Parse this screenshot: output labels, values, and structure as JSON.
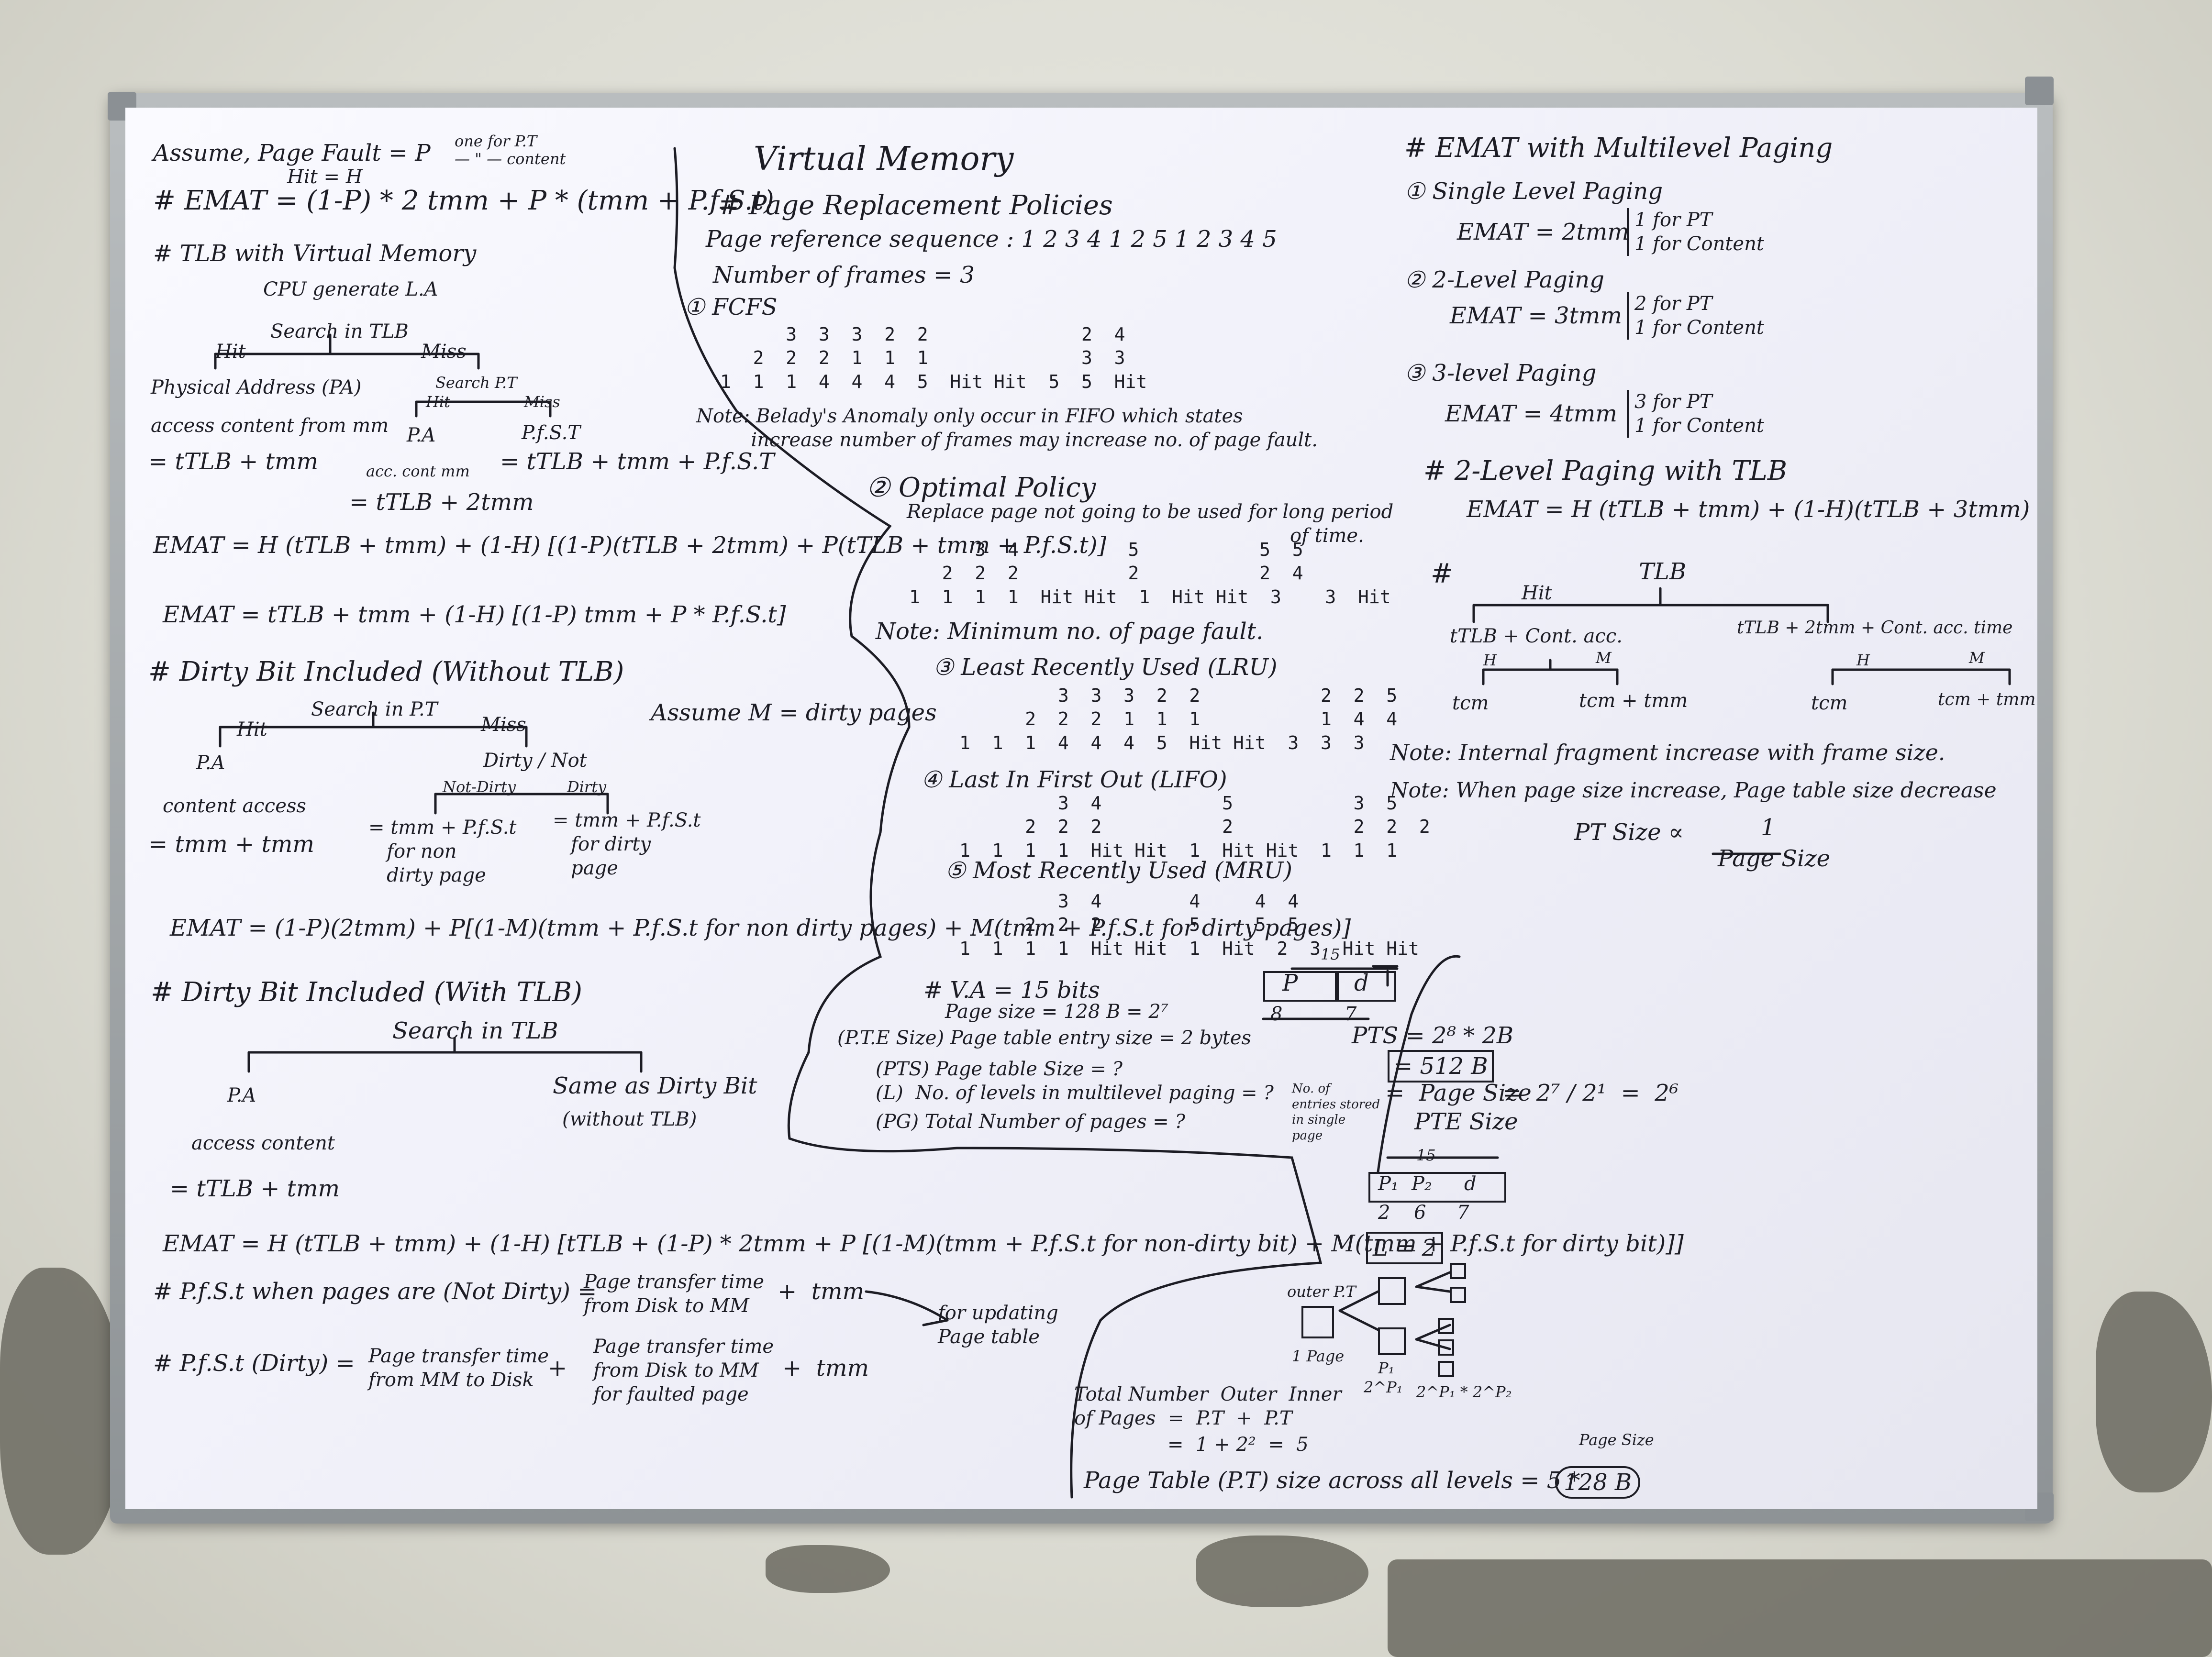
{
  "left": {
    "assume": "Assume, Page Fault = P",
    "hit": "Hit = H",
    "one_pt": "one for P.T",
    "content": "— \" — content",
    "emat1": "# EMAT = (1-P) * 2 tmm + P * (tmm + P.f.S.t)",
    "tlb_title": "# TLB with Virtual Memory",
    "cpu": "CPU generate L.A",
    "search_tlb": "Search in TLB",
    "hit_l": "Hit",
    "miss_l": "Miss",
    "pa": "Physical Address (PA)",
    "search_pt": "Search P.T",
    "access_mm": "access content from mm",
    "hit2": "Hit",
    "miss2": "Miss",
    "pa2": "P.A",
    "pfst": "P.f.S.T",
    "eq1": "= tTLB + tmm",
    "acc_cont": "acc. cont mm",
    "eq2": "= tTLB + tmm + P.f.S.T",
    "eq3": "= tTLB + 2tmm",
    "emat2": "EMAT = H (tTLB + tmm) + (1-H) [(1-P)(tTLB + 2tmm) + P(tTLB + tmm + P.f.S.t)]",
    "emat3": "EMAT = tTLB + tmm + (1-H) [(1-P) tmm + P * P.f.S.t]",
    "dirty_title": "# Dirty Bit Included (Without TLB)",
    "search_pt2": "Search in P.T",
    "assume_m": "Assume M = dirty pages",
    "hit3": "Hit",
    "miss3": "Miss",
    "pa3": "P.A",
    "dirty_not": "Dirty / Not",
    "not_dirty": "Not-Dirty",
    "dirty": "Dirty",
    "content_access": "content access",
    "eq4": "= tmm + tmm",
    "eq5": "= tmm + P.f.S.t\n   for non\n   dirty page",
    "eq6": "= tmm + P.f.S.t\n   for dirty\n   page",
    "emat4": "EMAT = (1-P)(2tmm) + P[(1-M)(tmm + P.f.S.t for non dirty pages) + M(tmm + P.f.S.t for dirty pages)]",
    "dirty_tlb_title": "# Dirty Bit Included (With TLB)",
    "search_tlb2": "Search in TLB",
    "pa4": "P.A",
    "same_as": "Same as Dirty Bit",
    "without_tlb": "(without TLB)",
    "access_content": "access content",
    "eq7": "= tTLB + tmm",
    "emat5": "EMAT = H (tTLB + tmm) + (1-H) [tTLB + (1-P) * 2tmm + P [(1-M)(tmm + P.f.S.t for non-dirty bit) + M(tmm + P.f.S.t for dirty bit)]]",
    "pfst_notdirty": "# P.f.S.t when pages are (Not Dirty) =",
    "ptt_disk_mm": "Page transfer time\nfrom Disk to MM",
    "plus_tmm": "+  tmm",
    "for_updating": "for updating\nPage table",
    "pfst_dirty": "# P.f.S.t (Dirty) =",
    "ptt_mm_disk": "Page transfer time\nfrom MM to Disk",
    "plus": "+",
    "ptt_faulted": "Page transfer time\nfrom Disk to MM\nfor faulted page",
    "plus_tmm2": "+  tmm"
  },
  "middle": {
    "title": "Virtual Memory",
    "prp": "# Page Replacement Policies",
    "sequence": "Page reference sequence : 1 2 3 4 1 2 5 1 2 3 4 5",
    "frames": "Number of frames = 3",
    "fcfs": "① FCFS",
    "fcfs_grid": "      3  3  3  2  2              2  4\n   2  2  2  1  1  1              3  3\n1  1  1  4  4  4  5  Hit Hit  5  5  Hit",
    "note1": "Note: Belady's Anomaly only occur in FIFO which states\n         increase number of frames may increase no. of page fault.",
    "optimal": "② Optimal Policy",
    "replace": "Replace page not going to be used for long period\n                                                               of time.",
    "opt_grid": "      3  4          5           5  5\n   2  2  2          2           2  4\n1  1  1  1  Hit Hit  1  Hit Hit  3    3  Hit",
    "note2": "Note: Minimum no. of page fault.",
    "lru": "③ Least Recently Used (LRU)",
    "lru_grid": "         3  3  3  2  2           2  2  5\n      2  2  2  1  1  1           1  4  4\n1  1  1  4  4  4  5  Hit Hit  3  3  3",
    "lifo": "④ Last In First Out (LIFO)",
    "lifo_grid": "         3  4           5           3  5\n      2  2  2           2           2  2  2\n1  1  1  1  Hit Hit  1  Hit Hit  1  1  1",
    "mru": "⑤ Most Recently Used (MRU)",
    "mru_grid": "         3  4        4     4  4\n      2  2  2        5     5  5\n1  1  1  1  Hit Hit  1  Hit  2  3  Hit Hit",
    "va": "# V.A = 15 bits",
    "pagesize": "Page size = 128 B = 2⁷",
    "ptesize": "(P.T.E Size) Page table entry size = 2 bytes",
    "pts": "(PTS) Page table Size = ?",
    "levels": "(L)  No. of levels in multilevel paging = ?",
    "pg": "(PG) Total Number of pages = ?",
    "total_pages": "Total Number  Outer  Inner\nof Pages  =  P.T  +  P.T",
    "eq_total": "=  1 + 2²  =  5",
    "pt_size_all": "Page Table (P.T) size across all levels = 5 *",
    "box_128": "128 B",
    "page_size_lbl": "Page Size"
  },
  "right": {
    "title": "# EMAT with Multilevel Paging",
    "single": "① Single Level Paging",
    "emat_single": "EMAT = 2tmm",
    "single_brace": "1 for PT\n1 for Content",
    "two": "② 2-Level Paging",
    "emat_two": "EMAT = 3tmm",
    "two_brace": "2 for PT\n1 for Content",
    "three": "③ 3-level Paging",
    "emat_three": "EMAT = 4tmm",
    "three_brace": "3 for PT\n1 for Content",
    "two_tlb": "# 2-Level Paging with TLB",
    "emat_two_tlb": "EMAT = H (tTLB + tmm) + (1-H)(tTLB + 3tmm)",
    "hash": "#",
    "tlb": "TLB",
    "hit": "Hit",
    "t_hit": "tTLB + Cont. acc.",
    "t_miss": "tTLB + 2tmm + Cont. acc. time",
    "h1": "H",
    "m1": "M",
    "h2": "H",
    "m2": "M",
    "tcm1": "tcm",
    "tcm_tmm": "tcm + tmm",
    "tcm2": "tcm",
    "tcm_tmm2": "tcm + tmm",
    "note1": "Note: Internal fragment increase with frame size.",
    "note2": "Note: When page size increase, Page table size decrease",
    "pt_size": "PT Size ∝",
    "frac_num": "1",
    "frac_den": "Page Size"
  },
  "diagram": {
    "n15": "15",
    "p": "P",
    "d": "d",
    "n8": "8",
    "n7": "7",
    "pts_eq": "PTS = 2⁸ * 2B",
    "pts_box": "= 512 B",
    "no_entries": "No. of\nentries stored\nin single\npage",
    "eq_frac": "=  Page Size\n    PTE Size",
    "eq_pow": "=  2⁷ / 2¹  =  2⁶",
    "n15b": "15",
    "p1": "P₁",
    "p2": "P₂",
    "d2": "d",
    "n2": "2",
    "n6": "6",
    "n7b": "7",
    "l2": "L = 2",
    "outer_pt": "outer P.T",
    "one_page": "1 Page",
    "p1_lbl": "P₁",
    "two_p1": "2^P₁",
    "two_p1p2": "2^P₁ * 2^P₂"
  }
}
